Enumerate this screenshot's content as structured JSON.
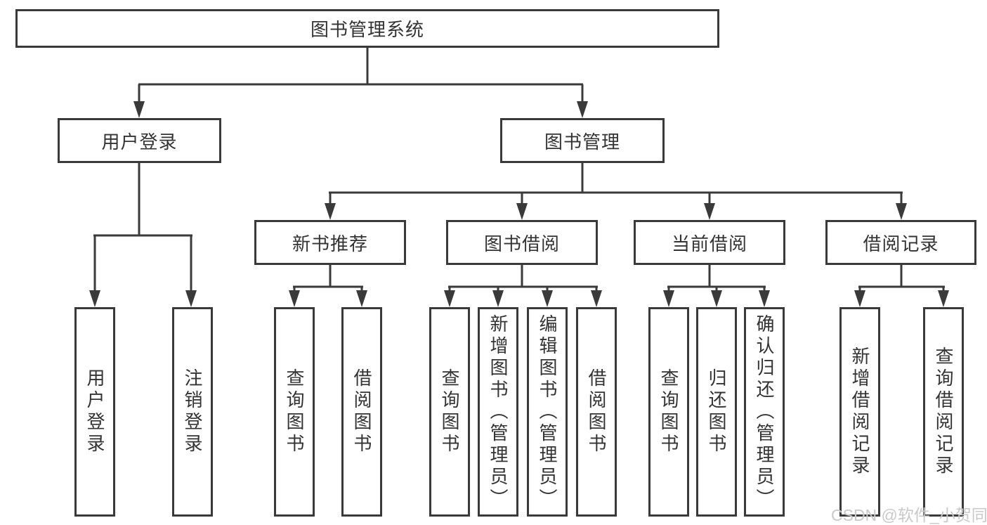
{
  "title": "图书管理系统",
  "branches": [
    {
      "label": "用户登录",
      "children": [
        {
          "label": "用户登录"
        },
        {
          "label": "注销登录"
        }
      ]
    },
    {
      "label": "图书管理",
      "children": [
        {
          "label": "新书推荐",
          "children": [
            {
              "label": "查询图书"
            },
            {
              "label": "借阅图书"
            }
          ]
        },
        {
          "label": "图书借阅",
          "children": [
            {
              "label": "查询图书"
            },
            {
              "label": "新增图书（管理员）"
            },
            {
              "label": "编辑图书（管理员）"
            },
            {
              "label": "借阅图书"
            }
          ]
        },
        {
          "label": "当前借阅",
          "children": [
            {
              "label": "查询图书"
            },
            {
              "label": "归还图书"
            },
            {
              "label": "确认归还（管理员）"
            }
          ]
        },
        {
          "label": "借阅记录",
          "children": [
            {
              "label": "新增借阅记录"
            },
            {
              "label": "查询借阅记录"
            }
          ]
        }
      ]
    }
  ],
  "watermark": "CSDN @软件_小贺同学",
  "colors": {
    "line": "#3a3a3a",
    "text": "#333333",
    "watermark": "#c9c9c9",
    "background": "#ffffff"
  }
}
